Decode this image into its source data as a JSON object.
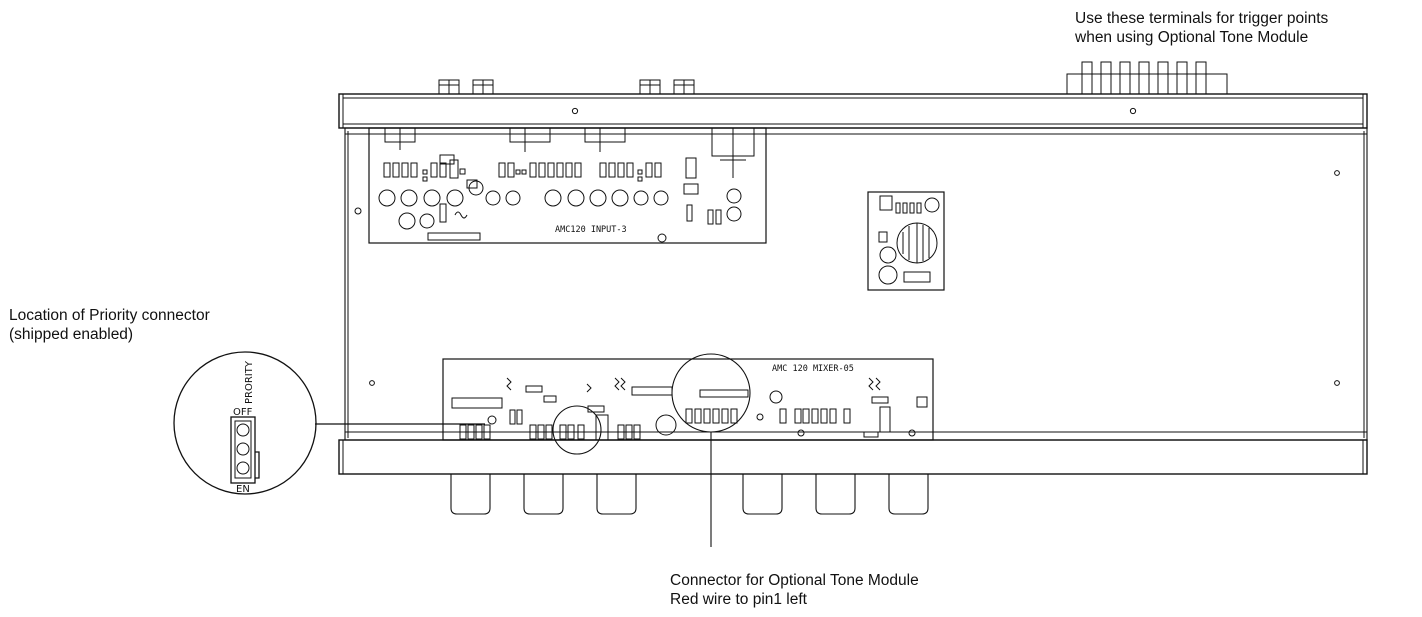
{
  "callouts": {
    "terminals": {
      "line1": "Use these terminals for trigger points",
      "line2": "when using Optional Tone Module"
    },
    "priority": {
      "line1": "Location of Priority connector",
      "line2": "(shipped enabled)"
    },
    "tone_module": {
      "line1": "Connector for Optional Tone Module",
      "line2": "Red wire to pin1 left"
    }
  },
  "boards": {
    "input_board": "AMC120 INPUT-3",
    "mixer_board": "AMC 120 MIXER-05"
  },
  "priority_jumper": {
    "top_label": "PRORITY",
    "off_label": "OFF",
    "en_label": "EN"
  }
}
